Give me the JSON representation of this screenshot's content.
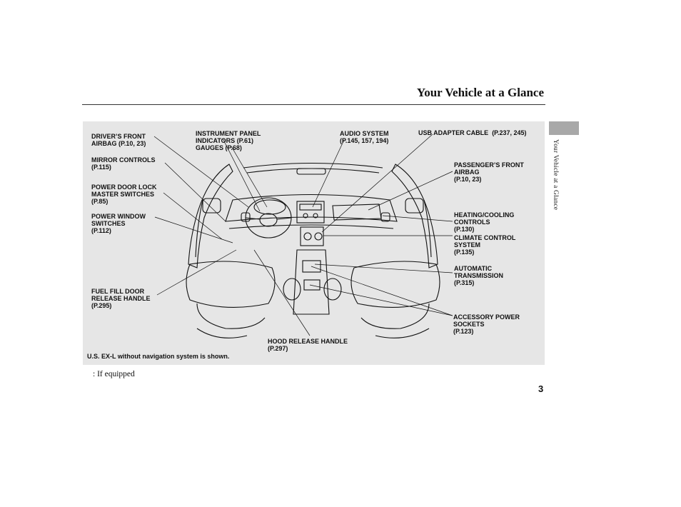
{
  "header": {
    "title": "Your Vehicle at a Glance"
  },
  "side_tab": {
    "label": "Your Vehicle at a Glance"
  },
  "callouts": {
    "drivers_airbag": {
      "line1": "DRIVER’S FRONT",
      "line2": "AIRBAG",
      "ref": "(P.10, 23)"
    },
    "mirror_controls": {
      "line1": "MIRROR CONTROLS",
      "ref": "(P.115)"
    },
    "door_lock": {
      "line1": "POWER DOOR LOCK",
      "line2": "MASTER SWITCHES",
      "ref": "(P.85)"
    },
    "power_window": {
      "line1": "POWER WINDOW",
      "line2": "SWITCHES",
      "ref": "(P.112)"
    },
    "fuel_fill": {
      "line1": "FUEL FILL DOOR",
      "line2": "RELEASE HANDLE",
      "ref": "(P.295)"
    },
    "instrument_panel": {
      "line1": "INSTRUMENT PANEL",
      "line2": "INDICATORS",
      "ref2": "(P.61)",
      "line3": "GAUGES",
      "ref3": "(P.68)"
    },
    "audio_system": {
      "line1": "AUDIO SYSTEM",
      "ref": "(P.145, 157, 194)"
    },
    "usb_adapter": {
      "line1": "USB ADAPTER CABLE",
      "ref": "(P.237, 245)"
    },
    "passengers_airbag": {
      "line1": "PASSENGER’S FRONT",
      "line2": "AIRBAG",
      "ref": "(P.10, 23)"
    },
    "heating_cooling": {
      "line1": "HEATING/COOLING",
      "line2": "CONTROLS",
      "ref": "(P.130)"
    },
    "climate_control": {
      "line1": "CLIMATE CONTROL",
      "line2": "SYSTEM",
      "ref": "(P.135)"
    },
    "automatic_transmission": {
      "line1": "AUTOMATIC",
      "line2": "TRANSMISSION",
      "ref": "(P.315)"
    },
    "accessory_sockets": {
      "line1": "ACCESSORY POWER",
      "line2": "SOCKETS",
      "ref": "(P.123)"
    },
    "hood_release": {
      "line1": "HOOD RELEASE HANDLE",
      "ref": "(P.297)"
    }
  },
  "caption": "U.S. EX-L without navigation system is shown.",
  "footnote": ": If equipped",
  "page_number": "3"
}
